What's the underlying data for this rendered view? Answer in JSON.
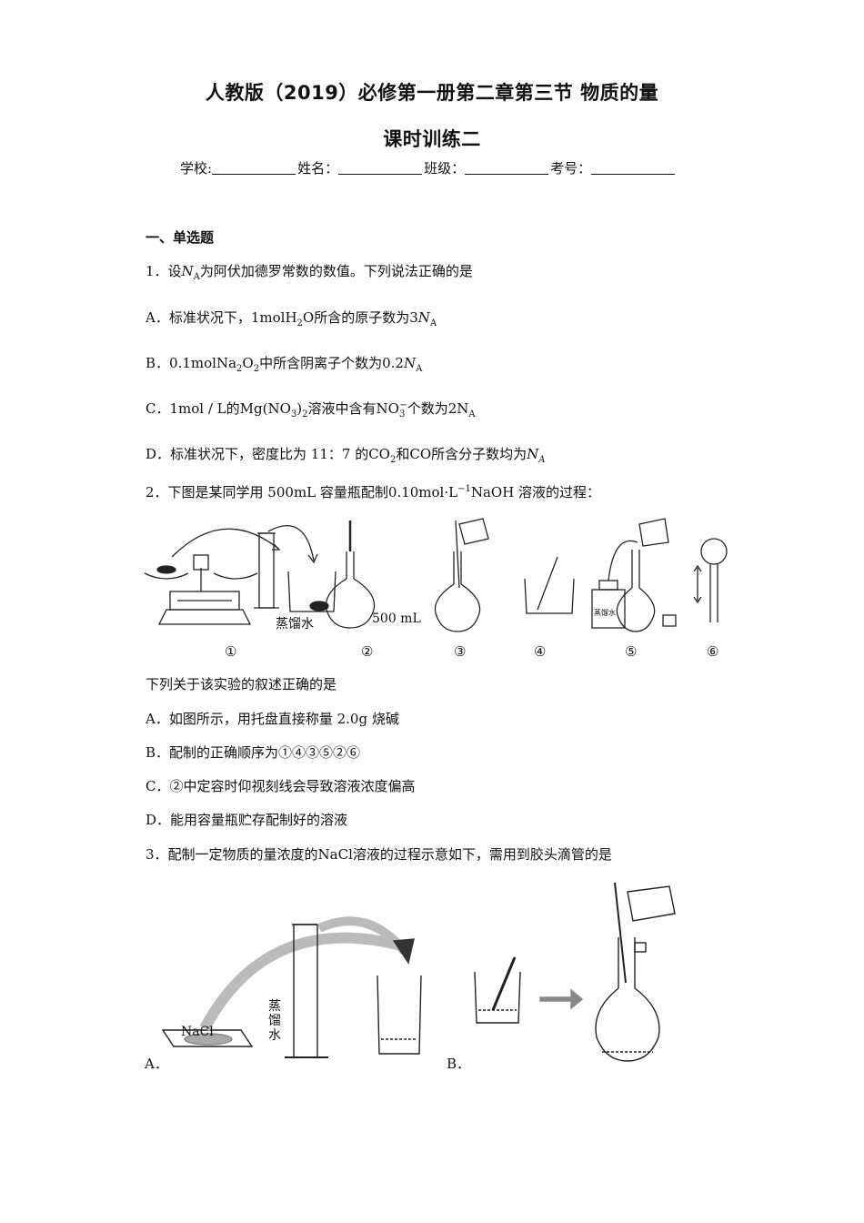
{
  "header": {
    "title1": "人教版（2019）必修第一册第二章第三节 物质的量",
    "title2": "课时训练二",
    "fields": [
      {
        "label": "学校:"
      },
      {
        "label": "姓名："
      },
      {
        "label": "班级："
      },
      {
        "label": "考号："
      }
    ]
  },
  "section1": "一、单选题",
  "q1": {
    "stem_num": "1．设",
    "stem_rest": "为阿伏加德罗常数的数值。下列说法正确的是",
    "na": "N",
    "na_sub": "A",
    "a_prefix": "A．标准状况下，",
    "a_formula": "1molH",
    "a_sub": "2",
    "a_O": "O",
    "a_mid": "所含的原子数为",
    "a_val": "3",
    "b_prefix": "B．",
    "b_formula": "0.1molNa",
    "b_sub1": "2",
    "b_O": "O",
    "b_sub2": "2",
    "b_mid": "中所含阴离子个数为",
    "b_val": "0.2",
    "c_prefix": "C．",
    "c_conc": "1mol / L",
    "c_de": "的",
    "c_mg": "Mg",
    "c_no3": "(NO",
    "c_sub3": "3",
    "c_close": ")",
    "c_sub2": "2",
    "c_mid": "溶液中含有",
    "c_ion": "NO",
    "c_ion_sub": "3",
    "c_ion_sup": "−",
    "c_mid2": "个数为",
    "c_val": "2N",
    "d_prefix": "D．标准状况下，密度比为 11：7 的",
    "d_co2": "CO",
    "d_co2_sub": "2",
    "d_and": "和",
    "d_co": "CO",
    "d_mid": "所含分子数均为"
  },
  "q2": {
    "stem_a": "2．下图是某同学用 500mL 容量瓶配制",
    "stem_conc": "0.10mol·L",
    "stem_sup": "−1",
    "stem_b": "NaOH 溶液的过程：",
    "fig_labels": {
      "water": "蒸馏水",
      "flask": "500 mL",
      "bottle": "蒸馏水",
      "steps": [
        "①",
        "②",
        "③",
        "④",
        "⑤",
        "⑥"
      ]
    },
    "lead": "下列关于该实验的叙述正确的是",
    "options": [
      "A．如图所示，用托盘直接称量 2.0g 烧碱",
      "B．配制的正确顺序为①④③⑤②⑥",
      "C．②中定容时仰视刻线会导致溶液浓度偏高",
      "D．能用容量瓶贮存配制好的溶液"
    ]
  },
  "q3": {
    "stem_a": "3．配制一定物质的量浓度的",
    "stem_nacl": "NaCl",
    "stem_b": "溶液的过程示意如下，需用到胶头滴管的是",
    "fig_a_label": "A．",
    "fig_b_label": "B．",
    "nacl_label": "NaCl",
    "water_chars": [
      "蒸",
      "馏",
      "水"
    ]
  }
}
